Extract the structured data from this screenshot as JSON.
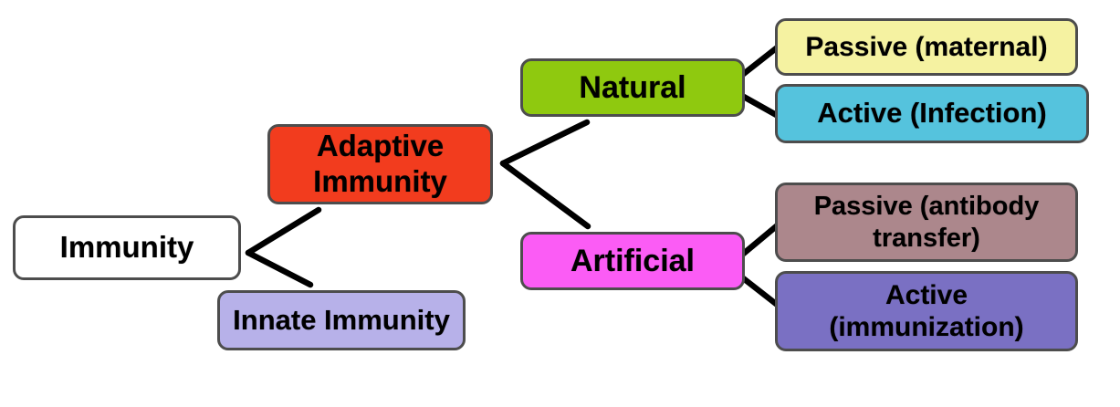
{
  "diagram": {
    "type": "tree",
    "orientation": "left-to-right",
    "nodes": [
      {
        "id": "immunity",
        "label": "Immunity",
        "fill": "#ffffff"
      },
      {
        "id": "adaptive-immunity",
        "label": "Adaptive Immunity",
        "fill": "#f23c1e"
      },
      {
        "id": "innate-immunity",
        "label": "Innate Immunity",
        "fill": "#b7b1e9"
      },
      {
        "id": "natural",
        "label": "Natural",
        "fill": "#8fc90f"
      },
      {
        "id": "artificial",
        "label": "Artificial",
        "fill": "#fb5cf5"
      },
      {
        "id": "passive-maternal",
        "label": "Passive (maternal)",
        "fill": "#f5f2a1"
      },
      {
        "id": "active-infection",
        "label": "Active (Infection)",
        "fill": "#55c3dd"
      },
      {
        "id": "passive-antibody-transfer",
        "label": "Passive (antibody transfer)",
        "fill": "#ac878c"
      },
      {
        "id": "active-immunization",
        "label": "Active (immunization)",
        "fill": "#7a70c3"
      }
    ],
    "edges": [
      {
        "from": "immunity",
        "to": "adaptive-immunity"
      },
      {
        "from": "immunity",
        "to": "innate-immunity"
      },
      {
        "from": "adaptive-immunity",
        "to": "natural"
      },
      {
        "from": "adaptive-immunity",
        "to": "artificial"
      },
      {
        "from": "natural",
        "to": "passive-maternal"
      },
      {
        "from": "natural",
        "to": "active-infection"
      },
      {
        "from": "artificial",
        "to": "passive-antibody-transfer"
      },
      {
        "from": "artificial",
        "to": "active-immunization"
      }
    ],
    "colors": {
      "edge_line": "#000000",
      "node_border": "#4d4d4d",
      "text": "#000000",
      "background": "#ffffff"
    },
    "edge_stroke_width": 6.5
  }
}
